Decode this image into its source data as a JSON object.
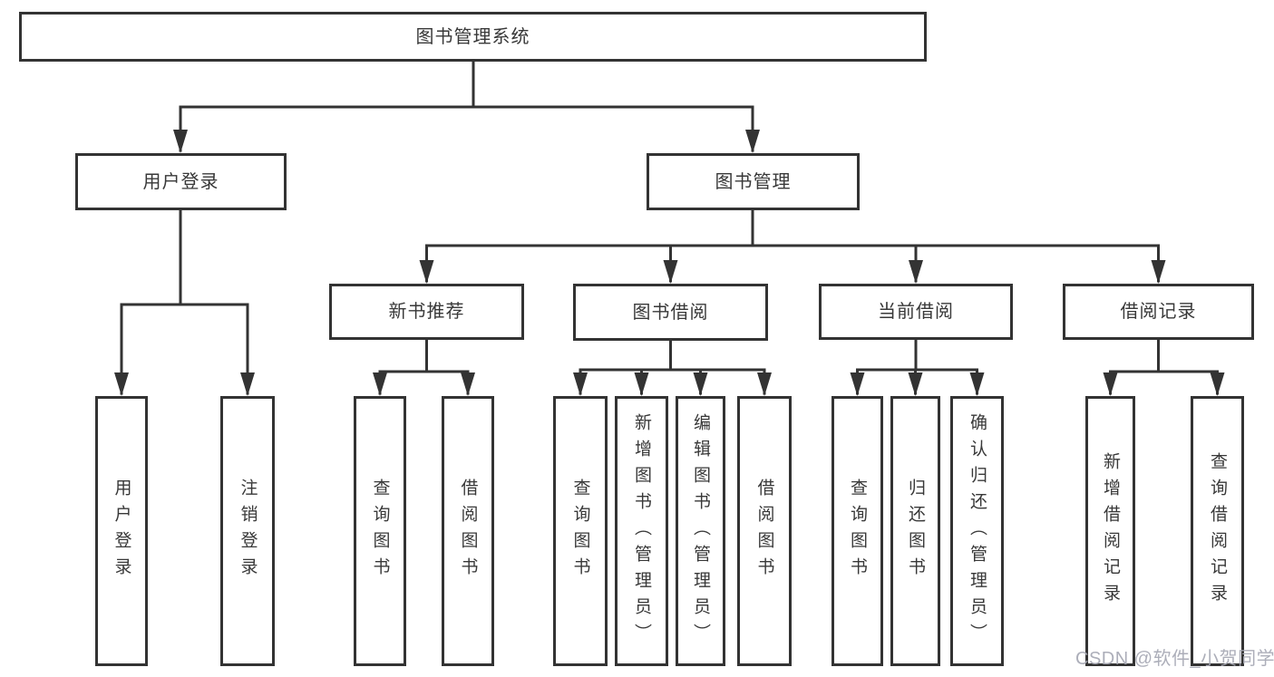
{
  "diagram": {
    "root": {
      "label": "图书管理系统"
    },
    "level2": {
      "user_login": {
        "label": "用户登录"
      },
      "book_management": {
        "label": "图书管理"
      }
    },
    "level3": {
      "new_book_recommend": {
        "label": "新书推荐"
      },
      "book_borrowing": {
        "label": "图书借阅"
      },
      "current_borrowing": {
        "label": "当前借阅"
      },
      "borrowing_records": {
        "label": "借阅记录"
      }
    },
    "level4": {
      "user_login_leaf": {
        "label": "用户登录"
      },
      "logout": {
        "label": "注销登录"
      },
      "nb_query_books": {
        "label": "查询图书"
      },
      "nb_borrow_books": {
        "label": "借阅图书"
      },
      "bb_query_books": {
        "label": "查询图书"
      },
      "bb_add_books": {
        "label": "新增图书（管理员）"
      },
      "bb_edit_books": {
        "label": "编辑图书（管理员）"
      },
      "bb_borrow_books": {
        "label": "借阅图书"
      },
      "cb_query_books": {
        "label": "查询图书"
      },
      "cb_return_books": {
        "label": "归还图书"
      },
      "cb_confirm_return": {
        "label": "确认归还（管理员）"
      },
      "br_add_record": {
        "label": "新增借阅记录"
      },
      "br_query_record": {
        "label": "查询借阅记录"
      }
    },
    "line_color": "#333333",
    "box_background": "#ffffff"
  },
  "watermark": {
    "text": "CSDN @软件_小贺同学",
    "color": "#a6a8b4"
  }
}
